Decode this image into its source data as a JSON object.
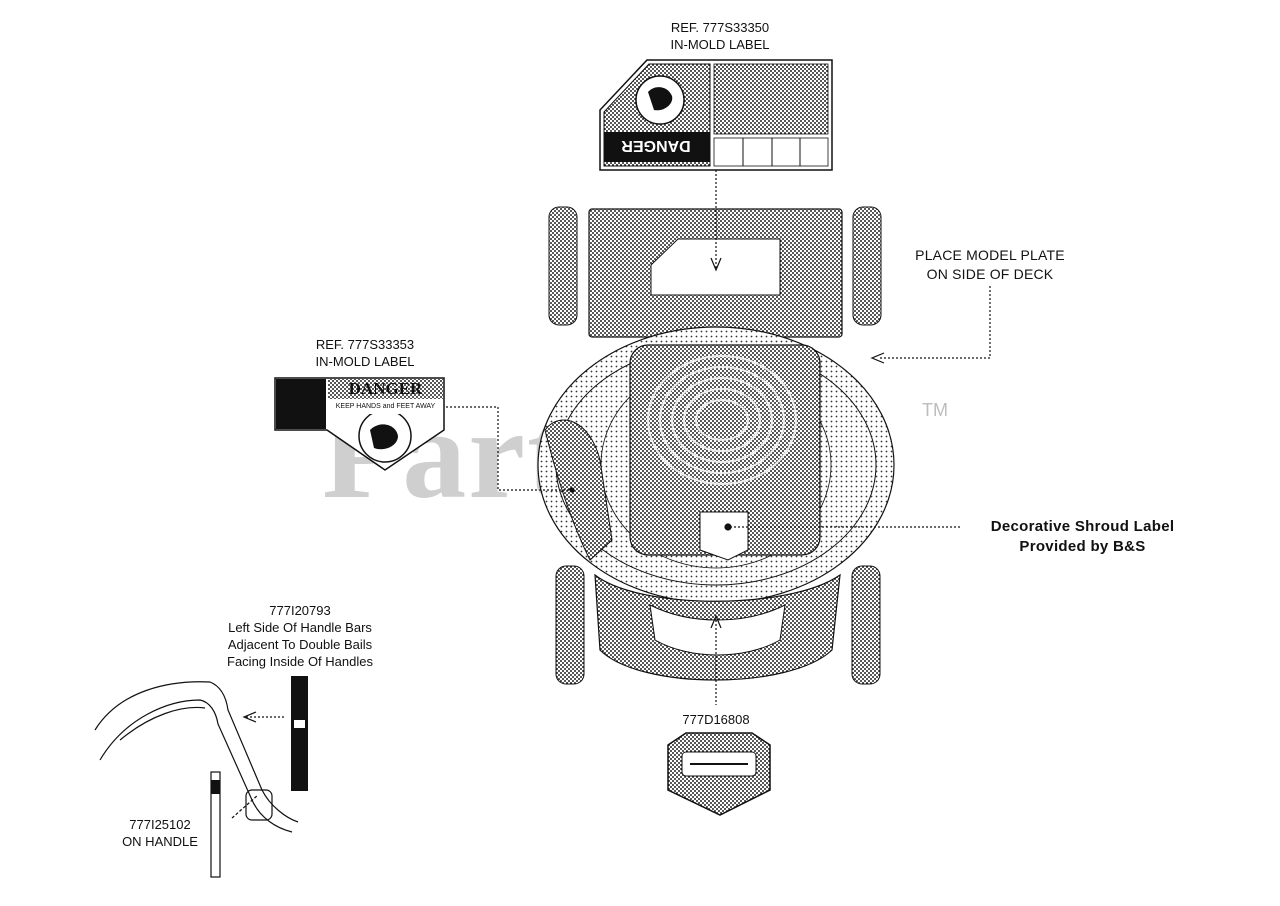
{
  "watermark": {
    "text": "PartsTree",
    "trademark": "TM"
  },
  "labels": {
    "top_danger": {
      "ref": "REF. 777S33350",
      "type": "IN-MOLD LABEL"
    },
    "left_danger": {
      "ref": "REF. 777S33353",
      "type": "IN-MOLD LABEL",
      "sign_title": "DANGER",
      "sign_subtitle": "KEEP HANDS and FEET AWAY"
    },
    "model_plate": {
      "line1": "PLACE MODEL PLATE",
      "line2": "ON SIDE OF DECK"
    },
    "shroud": {
      "line1": "Decorative Shroud Label",
      "line2": "Provided by B&S"
    },
    "handle_bars": {
      "part": "777I20793",
      "line1": "Left Side Of Handle Bars",
      "line2": "Adjacent To Double Bails",
      "line3": "Facing Inside Of Handles"
    },
    "handle": {
      "part": "777I25102",
      "line1": "ON HANDLE"
    },
    "rear": {
      "part": "777D16808"
    }
  },
  "colors": {
    "ink": "#111111",
    "watermark": "#cfcfcf",
    "background": "#ffffff"
  }
}
